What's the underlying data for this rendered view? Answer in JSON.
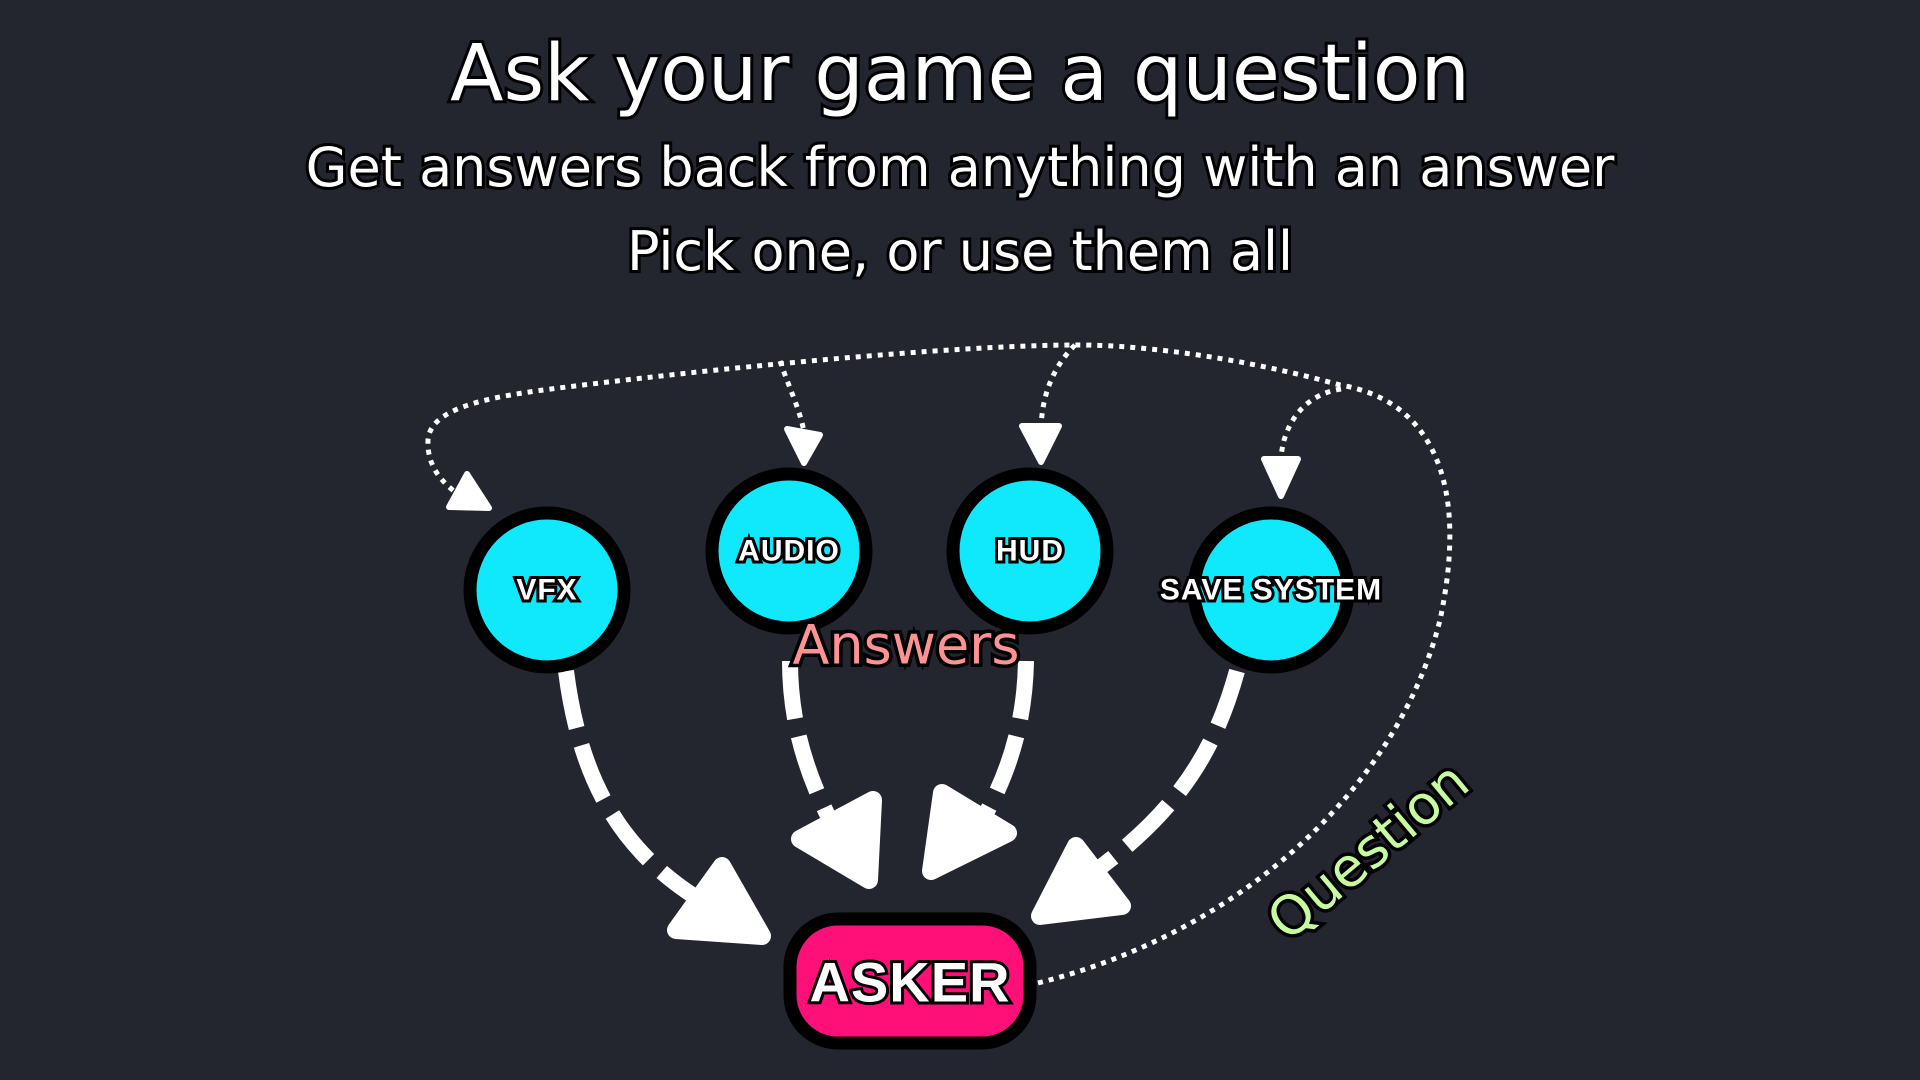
{
  "header": {
    "title": "Ask your game a question",
    "subtitle": "Get answers back from anything with an answer",
    "tagline": "Pick one, or use them all"
  },
  "nodes": {
    "vfx": "VFX",
    "audio": "AUDIO",
    "hud": "HUD",
    "save_system": "SAVE SYSTEM",
    "asker": "ASKER"
  },
  "labels": {
    "answers": "Answers",
    "question": "Question"
  },
  "colors": {
    "background": "#23252f",
    "node_fill": "#10e8fc",
    "asker_fill": "#ff0f78",
    "answers_text": "#ff9393",
    "question_text": "#c8fba0"
  }
}
